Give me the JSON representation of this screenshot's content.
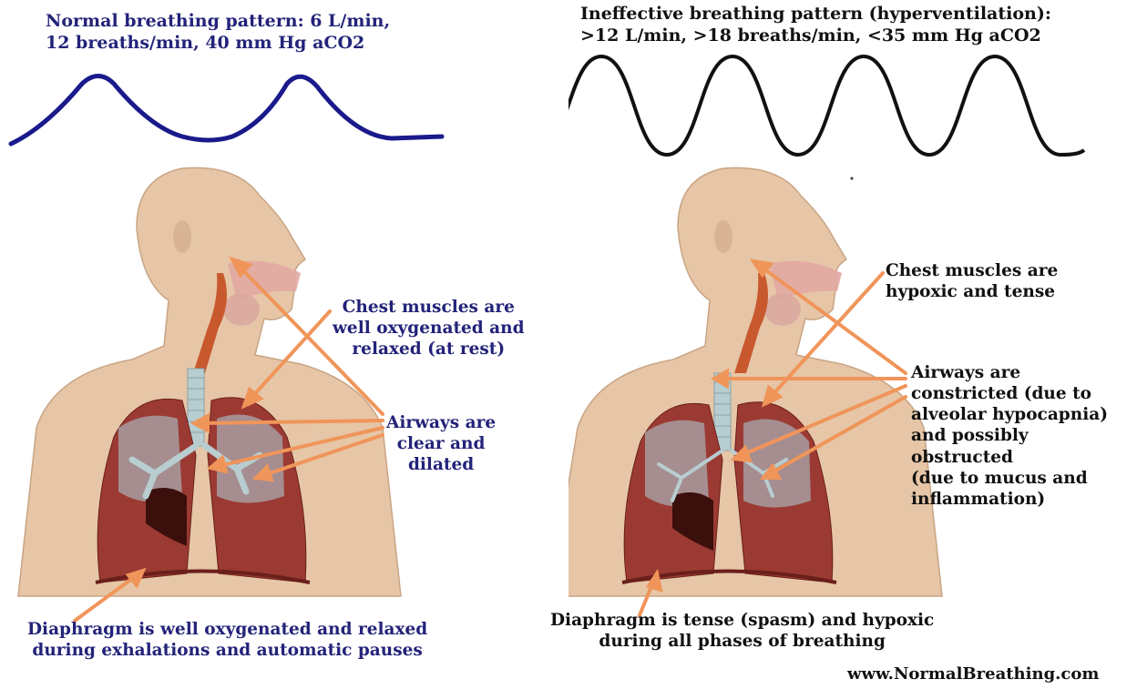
{
  "left": {
    "heading": [
      "Normal breathing pattern: 6 L/min,",
      "12 breaths/min, 40 mm Hg aCO2"
    ],
    "chest_label": [
      "Chest muscles are",
      "well oxygenated and",
      "relaxed (at rest)"
    ],
    "airways_label": [
      "Airways are",
      "clear and",
      "dilated"
    ],
    "diaphragm_label": [
      "Diaphragm is well oxygenated and relaxed",
      "during exhalations and automatic pauses"
    ],
    "wave_color": "#1a1a8c"
  },
  "right": {
    "heading": [
      "Ineffective breathing pattern (hyperventilation):",
      ">12 L/min, >18 breaths/min, <35 mm Hg aCO2"
    ],
    "chest_label": [
      "Chest muscles are",
      "hypoxic and tense"
    ],
    "airways_label": [
      "Airways are",
      "constricted (due to",
      "alveolar hypocapnia)",
      "and possibly",
      "obstructed",
      "(due to mucus and",
      "inflammation)"
    ],
    "diaphragm_label": [
      "Diaphragm is tense (spasm) and hypoxic",
      "during all phases of breathing"
    ],
    "wave_color": "#111111"
  },
  "footer": {
    "website": "www.NormalBreathing.com"
  },
  "colors": {
    "arrow": "#f0955a",
    "skin": "#e6c6a6",
    "lung": "#8a2a24",
    "trachea": "#b8cdd0"
  }
}
